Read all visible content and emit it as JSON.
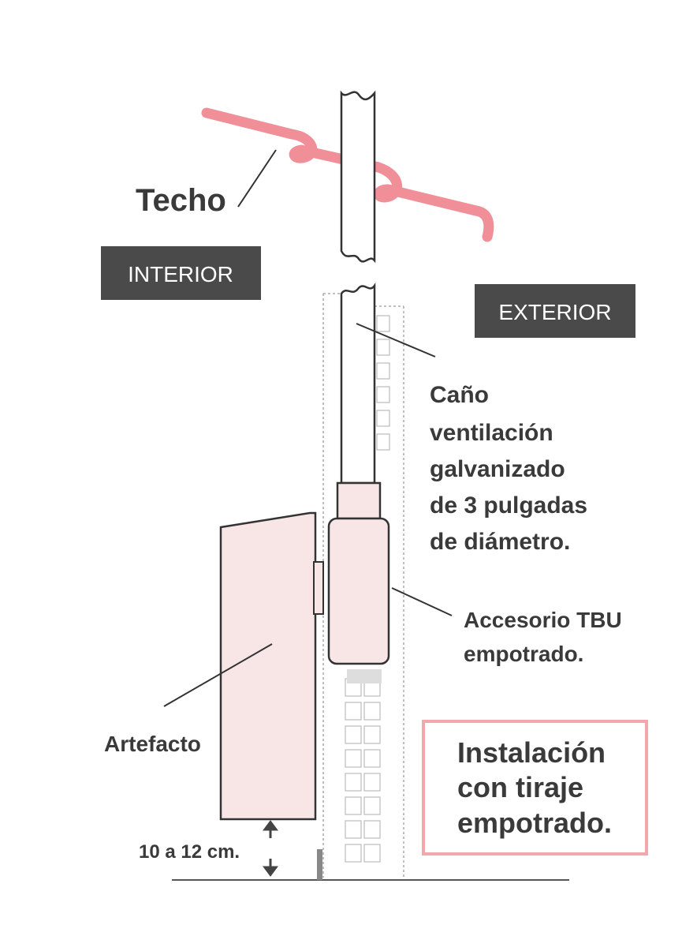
{
  "labels": {
    "techo": "Techo",
    "interior": "INTERIOR",
    "exterior": "EXTERIOR",
    "cano": [
      "Caño",
      "ventilación",
      "galvanizado",
      "de 3 pulgadas",
      "de diámetro."
    ],
    "accesorio": [
      "Accesorio TBU",
      "empotrado."
    ],
    "artefacto": "Artefacto",
    "distancia": "10 a 12 cm.",
    "instalacion": [
      "Instalación",
      "con tiraje",
      "empotrado."
    ]
  },
  "colors": {
    "roof": "#f08f98",
    "appliance": "#f8e6e6",
    "label_box": "#4a4a4a",
    "label_text": "#ffffff",
    "title_border": "#f2a7ad",
    "text": "#3a3a3a",
    "line": "#333333"
  }
}
